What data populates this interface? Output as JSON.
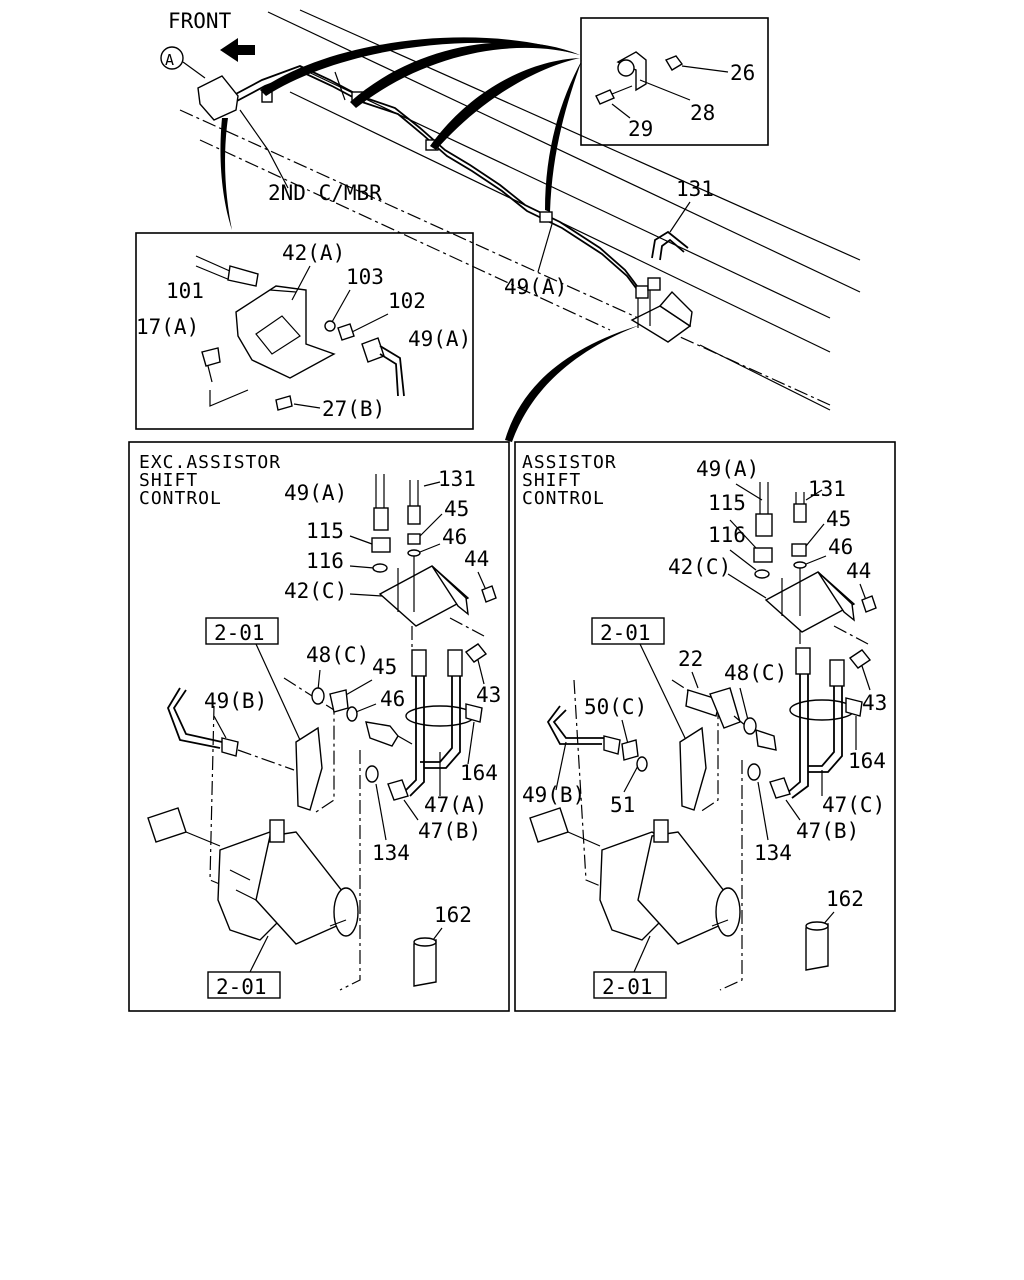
{
  "top": {
    "front": "FRONT",
    "circle_a": "A",
    "member": "2ND C/MBR",
    "l131": "131",
    "l49a": "49(A)"
  },
  "inset_clamp": {
    "l26": "26",
    "l28": "28",
    "l29": "29"
  },
  "inset_bracket": {
    "l42a": "42(A)",
    "l101": "101",
    "l103": "103",
    "l102": "102",
    "l17a": "17(A)",
    "l49a": "49(A)",
    "l27b": "27(B)"
  },
  "left_panel": {
    "title": [
      "EXC.ASSISTOR",
      "SHIFT",
      "CONTROL"
    ],
    "l49a": "49(A)",
    "l131": "131",
    "l115": "115",
    "l45a": "45",
    "l116": "116",
    "l46a": "46",
    "l44": "44",
    "l42c": "42(C)",
    "ref1": "2-01",
    "l48c": "48(C)",
    "l45b": "45",
    "l46b": "46",
    "l43": "43",
    "l49b": "49(B)",
    "l164": "164",
    "l47a": "47(A)",
    "l134": "134",
    "l47b": "47(B)",
    "l162": "162",
    "ref2": "2-01"
  },
  "right_panel": {
    "title": [
      "ASSISTOR",
      "SHIFT",
      "CONTROL"
    ],
    "l49a": "49(A)",
    "l131": "131",
    "l115": "115",
    "l45": "45",
    "l116": "116",
    "l46": "46",
    "l42c": "42(C)",
    "l44": "44",
    "ref1": "2-01",
    "l22": "22",
    "l48c": "48(C)",
    "l50c": "50(C)",
    "l43": "43",
    "l49b": "49(B)",
    "l51": "51",
    "l164": "164",
    "l47c": "47(C)",
    "l47b": "47(B)",
    "l134": "134",
    "l162": "162",
    "ref2": "2-01"
  }
}
